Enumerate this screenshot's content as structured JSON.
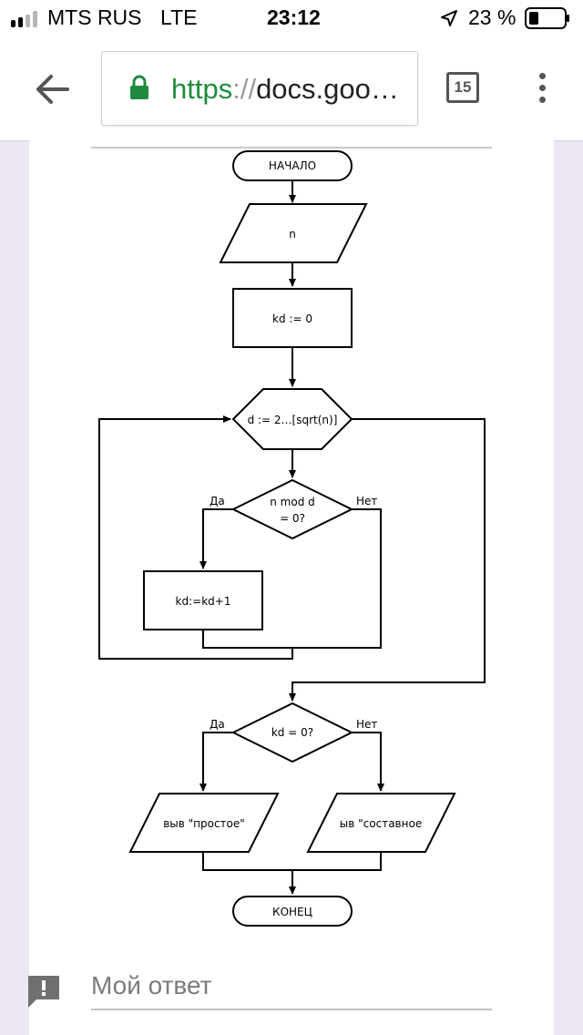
{
  "status_bar": {
    "carrier": "MTS RUS",
    "network": "LTE",
    "time": "23:12",
    "battery": "23 %"
  },
  "browser": {
    "url_scheme": "https",
    "url_separator": "://",
    "url_rest": "docs.goo…",
    "tab_count": "15",
    "icons": [
      "back-arrow-icon",
      "lock-icon",
      "tab-switcher-icon",
      "overflow-menu-icon"
    ]
  },
  "flowchart": {
    "start": "НАЧАЛО",
    "input": "n",
    "init": "kd := 0",
    "loop": "d := 2…[sqrt(n)]",
    "cond1_line1": "n mod d",
    "cond1_line2": "= 0?",
    "yes1": "Да",
    "no1": "Нет",
    "increment": "kd:=kd+1",
    "cond2": "kd = 0?",
    "yes2": "Да",
    "no2": "Нет",
    "out_prime": "выв \"простое\"",
    "out_composite": "ыв \"составное",
    "end": "КОНЕЦ"
  },
  "answer": {
    "placeholder": "Мой ответ",
    "icon": "feedback-icon"
  },
  "colors": {
    "page_background": "#ece7f3",
    "url_green": "#1f8a3e"
  }
}
